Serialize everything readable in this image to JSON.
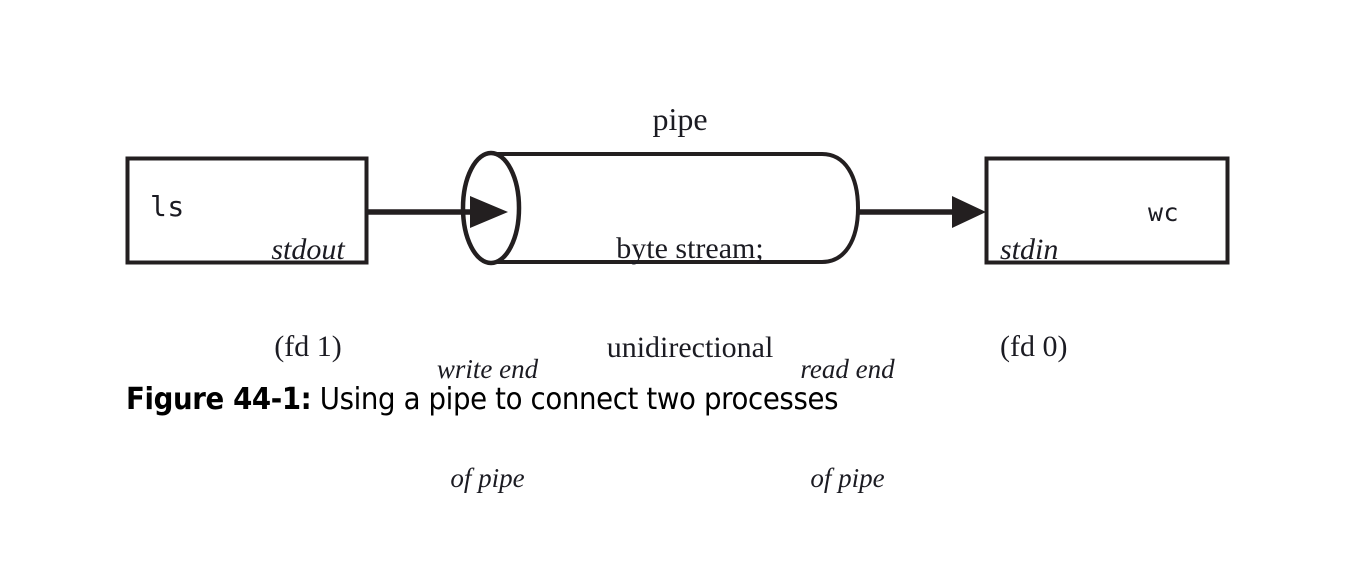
{
  "figure": {
    "caption_label": "Figure 44-1:",
    "caption_text": " Using a pipe to connect two processes",
    "line_color": "#231f20",
    "text_color": "#1b1b22",
    "background": "#ffffff"
  },
  "left_process": {
    "command": "ls",
    "stream_name": "stdout",
    "fd": "(fd 1)"
  },
  "right_process": {
    "command": "wc",
    "stream_name": "stdin",
    "fd": "(fd 0)"
  },
  "pipe": {
    "title": "pipe",
    "body_line1": "byte stream;",
    "body_line2": "unidirectional",
    "write_end_line1": "write end",
    "write_end_line2": "of pipe",
    "read_end_line1": "read end",
    "read_end_line2": "of pipe"
  },
  "icons": {
    "write_arrow": "arrow-right-icon",
    "read_arrow": "arrow-right-icon"
  }
}
